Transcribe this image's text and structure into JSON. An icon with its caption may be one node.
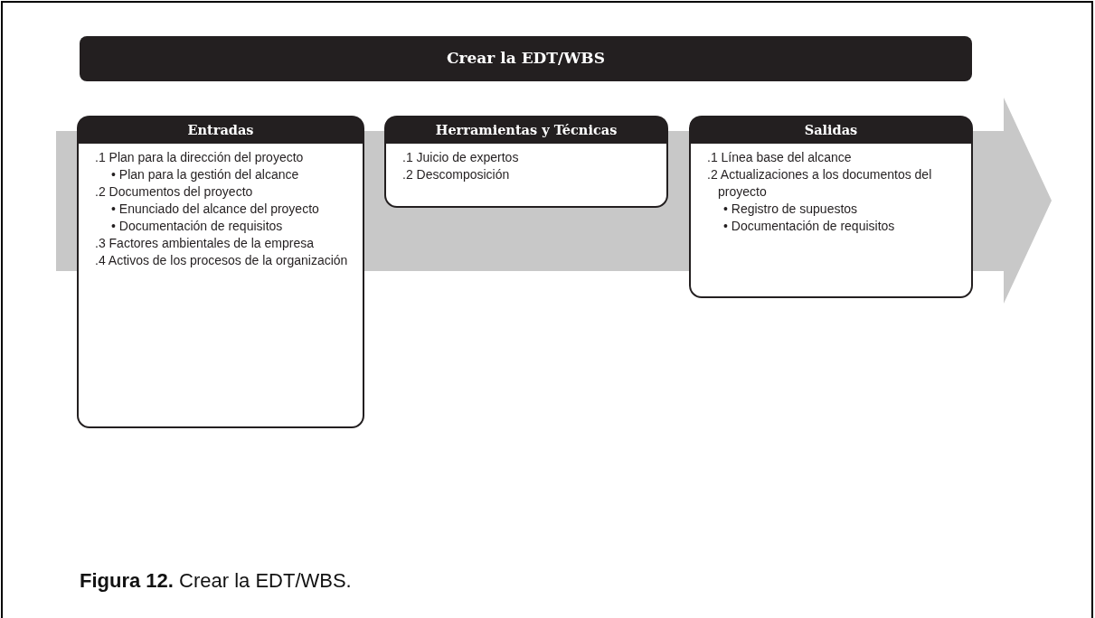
{
  "diagram": {
    "caption": "**Figura 12.** Crear la EDT/WBS.",
    "nodes": [
      {
        "text": [
          "Crear la EDT/WBS"
        ]
      },
      {
        "text": [
          "Entradas",
          ".1 Plan para la dirección del proyecto",
          "• Plan para la gestión del alcance",
          ".2 Documentos del proyecto",
          "• Enunciado del alcance del proyecto",
          "• Documentación de requisitos",
          ".3 Factores ambientales de la empresa",
          ".4 Activos de los procesos de la organización"
        ]
      },
      {
        "text": [
          "Herramientas y Técnicas",
          ".1 Juicio de expertos",
          ".2 Descomposición"
        ]
      },
      {
        "text": [
          "Salidas",
          ".1 Línea base del alcance",
          ".2 Actualizaciones a los documentos del proyecto",
          "• Registro de supuestos",
          "• Documentación de requisitos"
        ]
      }
    ]
  }
}
